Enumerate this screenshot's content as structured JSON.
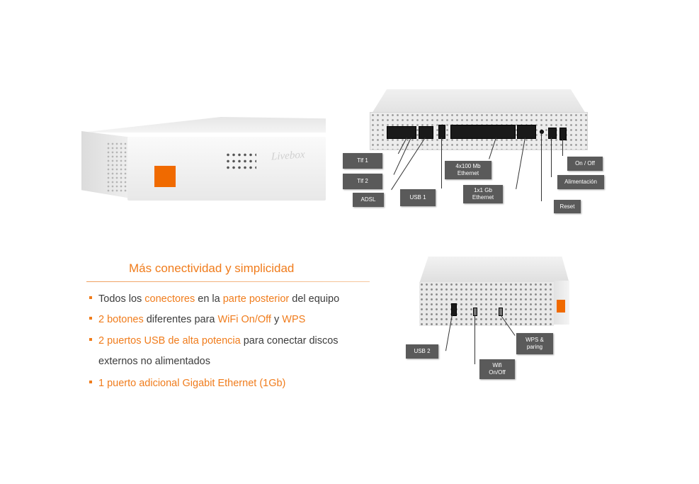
{
  "router_front": {
    "brand": "Livebox"
  },
  "rear_labels": {
    "tlf1": "Tlf 1",
    "tlf2": "Tlf 2",
    "adsl": "ADSL",
    "usb1": "USB 1",
    "eth4x100": "4x100 Mb\nEthernet",
    "eth1x1": "1x1 Gb\nEthernet",
    "reset": "Reset",
    "onoff": "On / Off",
    "power": "Alimentación"
  },
  "side_labels": {
    "usb2": "USB 2",
    "wifi": "Wifi\nOn/Off",
    "wps": "WPS &\nparing"
  },
  "features": {
    "heading": "Más conectividad y simplicidad",
    "b1": {
      "p1": "Todos los ",
      "p2": "conectores",
      "p3": " en la ",
      "p4": "parte posterior",
      "p5": " del equipo"
    },
    "b2": {
      "p1": "2 botones",
      "p2": " diferentes para ",
      "p3": "WiFi On/Off",
      "p4": " y ",
      "p5": "WPS"
    },
    "b3": {
      "p1": "2 puertos USB de alta potencia",
      "p2": " para conectar discos",
      "p3": "externos no alimentados"
    },
    "b4": {
      "p1": "1 puerto adicional Gigabit Ethernet (1Gb)"
    }
  },
  "colors": {
    "accent": "#f07c1c",
    "label_bg": "#5a5a5a",
    "orange_logo": "#f06a00"
  }
}
